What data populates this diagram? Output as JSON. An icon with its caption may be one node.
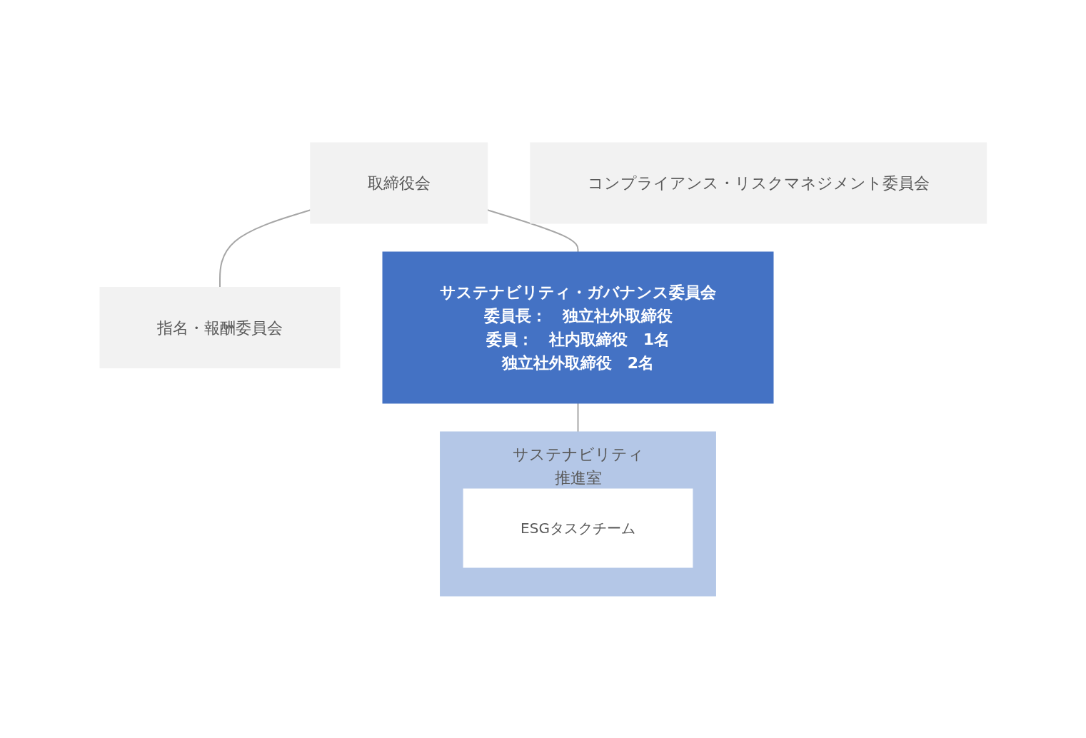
{
  "diagram": {
    "nodes": [
      {
        "text": [
          "取締役会"
        ]
      },
      {
        "text": [
          "指名・報酬委員会"
        ]
      },
      {
        "text": [
          "コンプライアンス・リスクマネジメント委員会"
        ]
      },
      {
        "text": [
          "サステナビリティ・ガバナンス委員会",
          "委員長：　独立社外取締役",
          "委員：　社内取締役　1名",
          "独立社外取締役　2名"
        ]
      },
      {
        "text": [
          "サステナビリティ推進室"
        ]
      },
      {
        "text": [
          "ESGタスクチーム"
        ],
        "in": 4
      }
    ],
    "edges": [
      {
        "from": 0,
        "to": 1,
        "arrow": "none"
      },
      {
        "from": 0,
        "to": 3,
        "arrow": "none"
      },
      {
        "from": 3,
        "to": 4,
        "arrow": "none"
      }
    ]
  }
}
